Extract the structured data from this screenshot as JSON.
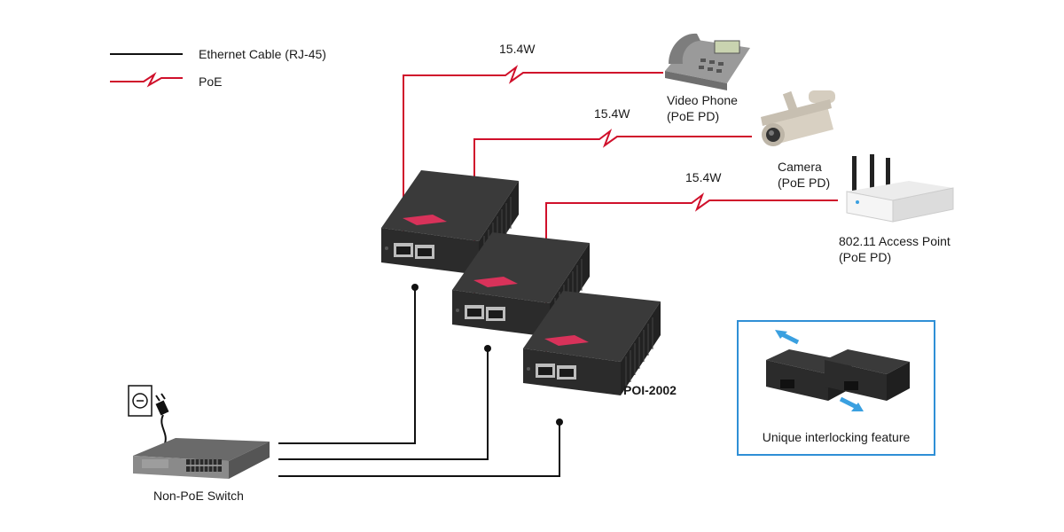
{
  "legend": {
    "ethernet_label": "Ethernet Cable (RJ-45)",
    "poe_label": "PoE"
  },
  "links": [
    {
      "power": "15.4W",
      "device_name": "Video Phone",
      "device_type": "(PoE PD)"
    },
    {
      "power": "15.4W",
      "device_name": "Camera",
      "device_type": "(PoE PD)"
    },
    {
      "power": "15.4W",
      "device_name": "802.11 Access Point",
      "device_type": "(PoE PD)"
    }
  ],
  "injector_model": "POI-2002",
  "switch_label": "Non-PoE Switch",
  "callout_caption": "Unique interlocking feature",
  "colors": {
    "ethernet": "#111111",
    "poe": "#d0102b",
    "callout_border": "#2f8fd6",
    "arrow": "#3aa0e0",
    "injector_body": "#2b2b2b"
  }
}
